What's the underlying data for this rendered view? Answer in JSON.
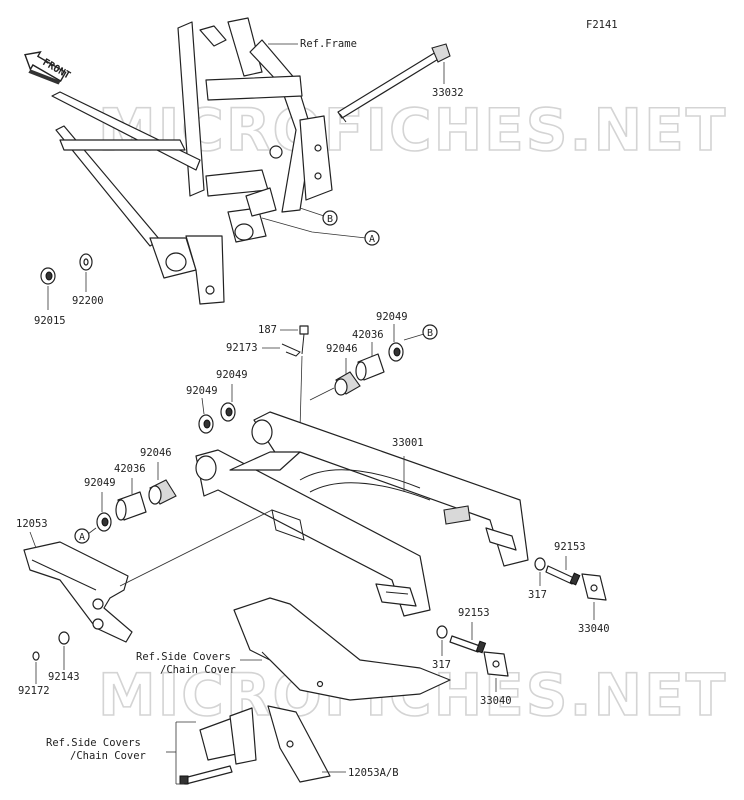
{
  "figure_code": "F2141",
  "front_label": "FRONT",
  "watermark": "MICROFICHES.NET",
  "labels": {
    "ref_frame": "Ref.Frame",
    "p33032": "33032",
    "callout_a": "A",
    "callout_b": "B",
    "p92015": "92015",
    "p92200": "92200",
    "p187": "187",
    "p92173": "92173",
    "p92049_a": "92049",
    "p42036_a": "42036",
    "p92046_a": "92046",
    "p92049_b": "92049",
    "p92049_c": "92049",
    "p33001": "33001",
    "p92046_b": "92046",
    "p42036_b": "42036",
    "p92049_d": "92049",
    "p12053": "12053",
    "p92153_a": "92153",
    "p317_a": "317",
    "p33040_a": "33040",
    "p92153_b": "92153",
    "p317_b": "317",
    "p33040_b": "33040",
    "ref_side_covers_1a": "Ref.Side Covers",
    "ref_side_covers_1b": "/Chain Cover",
    "p92143": "92143",
    "p92172": "92172",
    "ref_side_covers_2a": "Ref.Side Covers",
    "ref_side_covers_2b": "/Chain Cover",
    "p12053ab": "12053A/B"
  }
}
